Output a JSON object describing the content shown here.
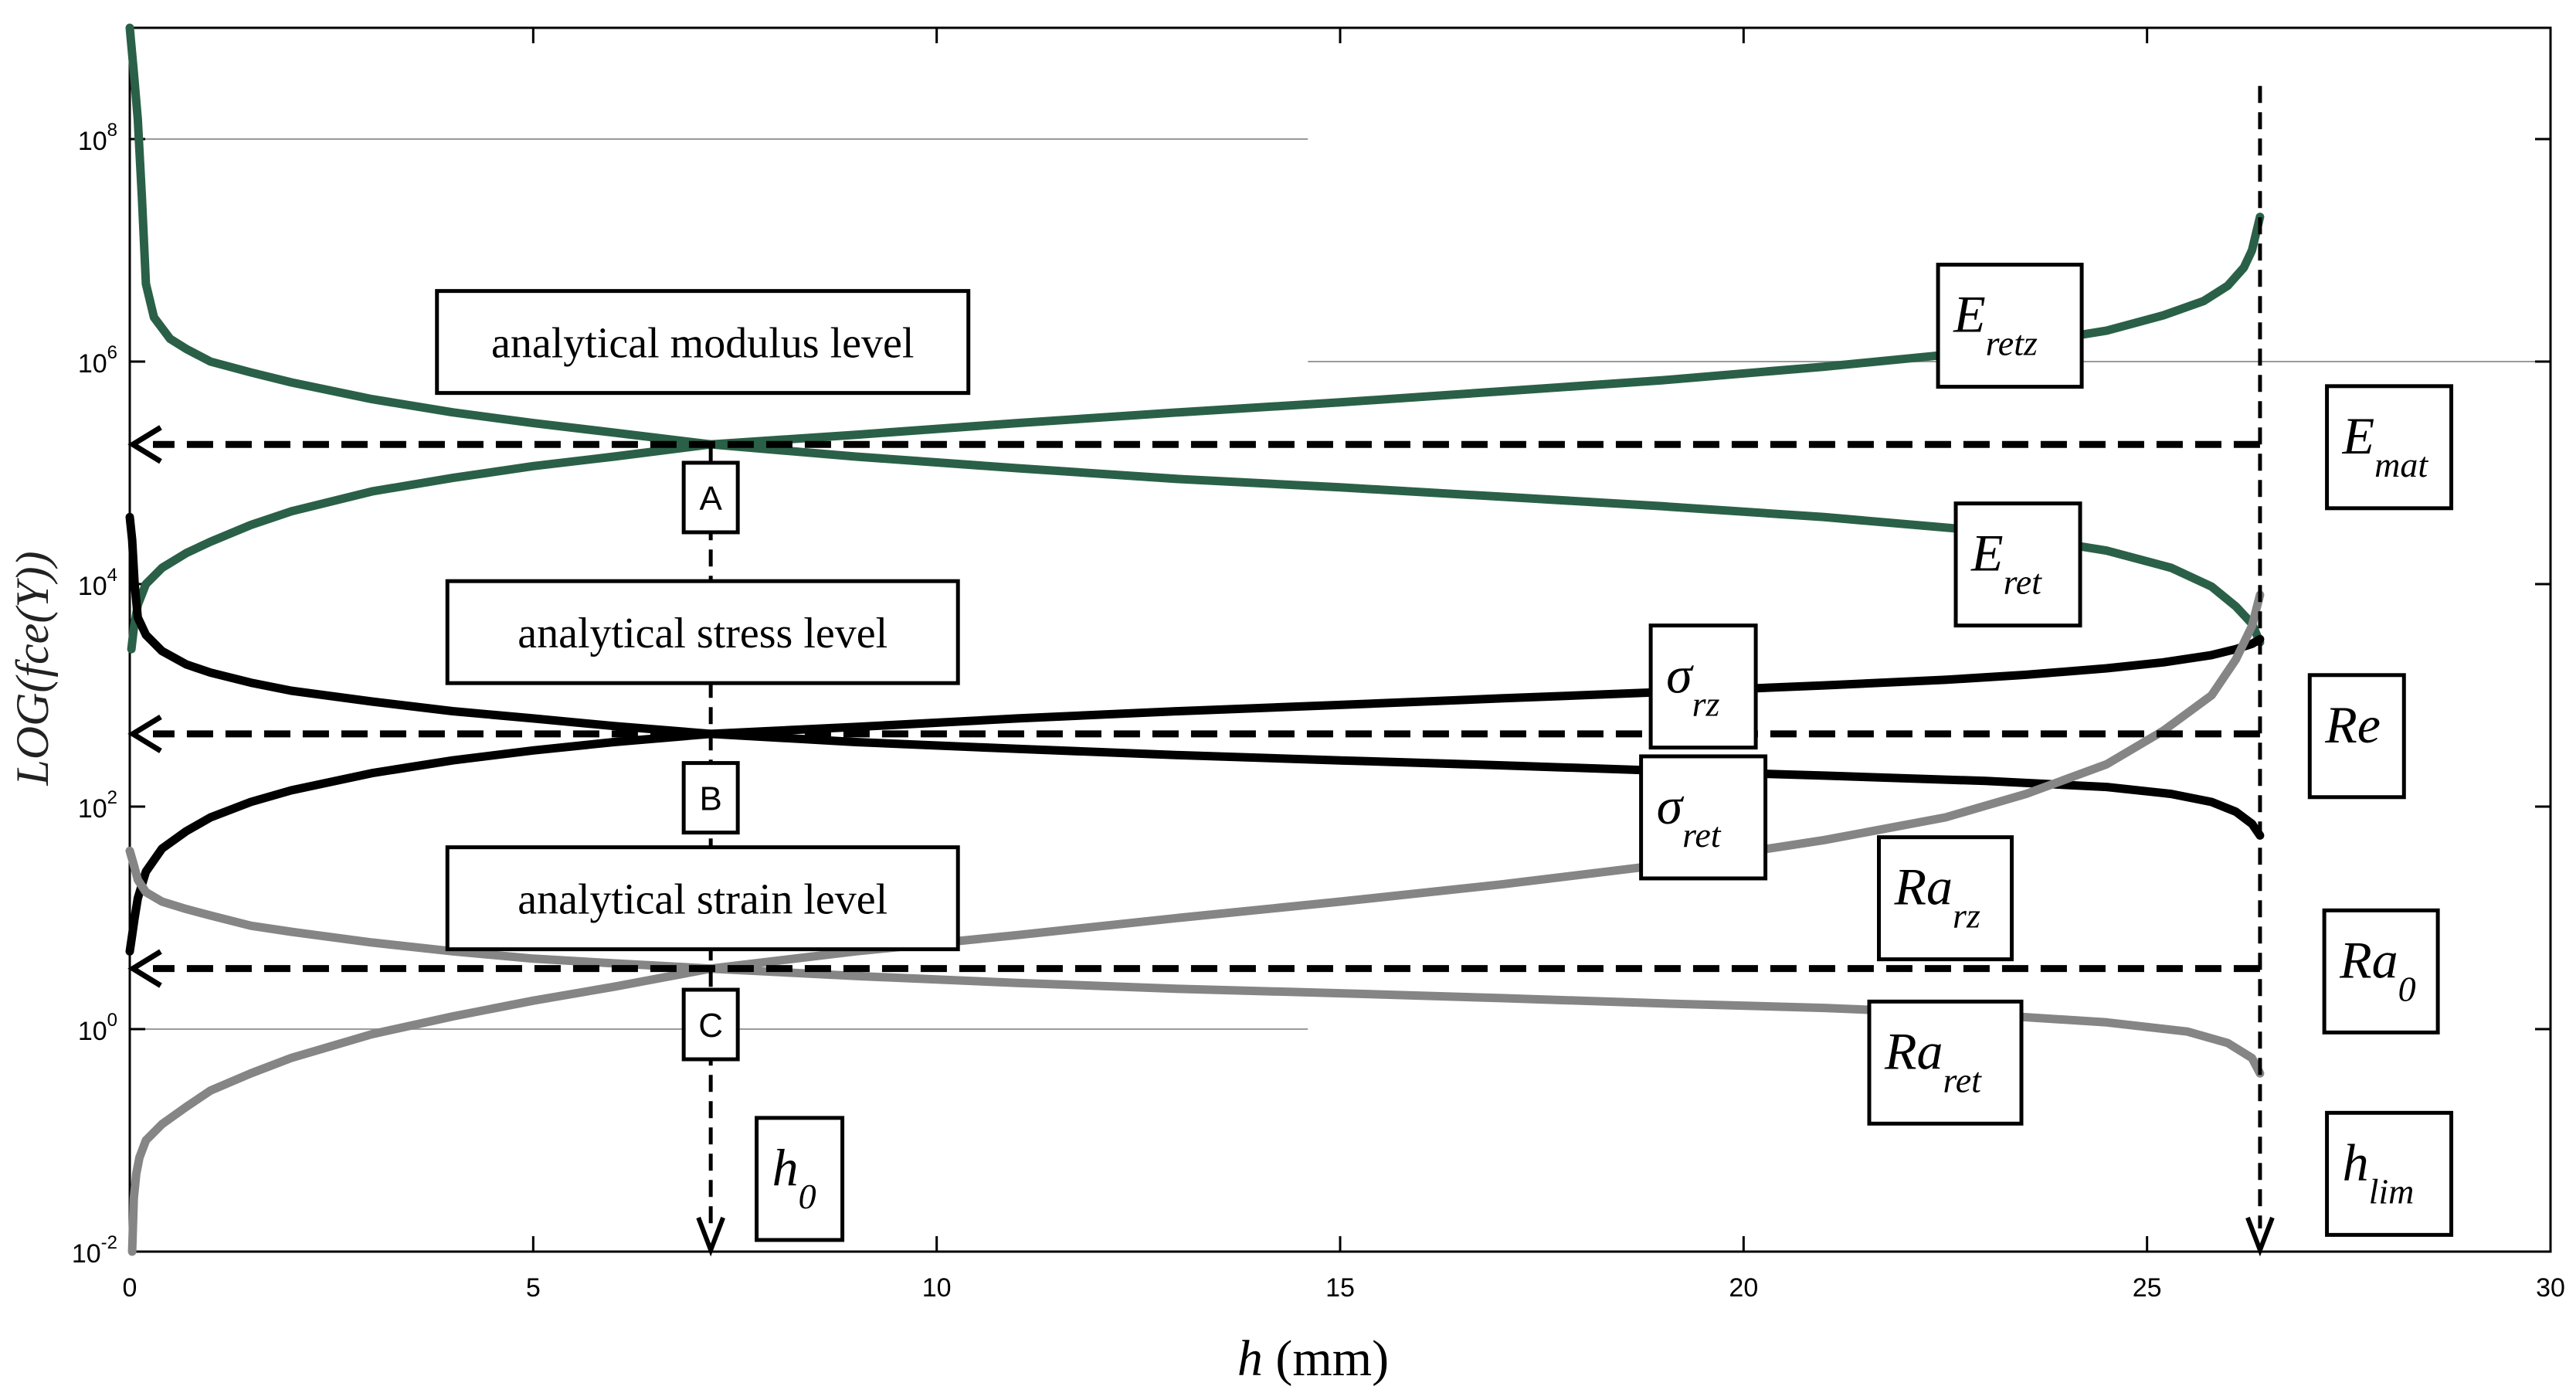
{
  "chart_data": {
    "type": "line",
    "title": "",
    "xlabel": {
      "main": "h",
      "unit": " (mm)"
    },
    "ylabel": "LOG(fce(Y))",
    "xlim": [
      0,
      30
    ],
    "ylim": [
      0.01,
      1000000000
    ],
    "yscale": "log",
    "grid": false,
    "x_ticks": [
      {
        "value": 0,
        "label": "0"
      },
      {
        "value": 5,
        "label": "5"
      },
      {
        "value": 10,
        "label": "10"
      },
      {
        "value": 15,
        "label": "15"
      },
      {
        "value": 20,
        "label": "20"
      },
      {
        "value": 25,
        "label": "25"
      },
      {
        "value": 30,
        "label": "30"
      }
    ],
    "y_ticks": [
      {
        "value": 0.01,
        "base": "10",
        "exp": "-2"
      },
      {
        "value": 1,
        "base": "10",
        "exp": "0"
      },
      {
        "value": 100,
        "base": "10",
        "exp": "2"
      },
      {
        "value": 10000,
        "base": "10",
        "exp": "4"
      },
      {
        "value": 1000000,
        "base": "10",
        "exp": "6"
      },
      {
        "value": 100000000,
        "base": "10",
        "exp": "8"
      }
    ],
    "reference_gridlines": [
      {
        "y": 100000000,
        "x": [
          0,
          14.6
        ]
      },
      {
        "y": 1000000,
        "x": [
          14.6,
          30
        ]
      },
      {
        "y": 1,
        "x": [
          0,
          14.6
        ]
      }
    ],
    "colors": {
      "green": "#2a6048",
      "black": "#000000",
      "gray": "#858585"
    },
    "series": [
      {
        "name": "E_retz",
        "color": "green",
        "x": [
          0.02,
          0.05,
          0.1,
          0.2,
          0.4,
          0.7,
          1.0,
          1.5,
          2,
          3,
          4,
          5,
          6,
          7.2,
          9,
          11,
          13,
          15,
          17,
          19,
          21,
          22.5,
          23.5,
          24.5,
          25.2,
          25.7,
          26.0,
          26.2,
          26.3,
          26.4
        ],
        "y": [
          2600,
          4000,
          6500,
          10000,
          14000,
          19000,
          24000,
          34000,
          45000,
          68000,
          90000,
          115000,
          140000,
          180000,
          220000,
          280000,
          350000,
          430000,
          540000,
          680000,
          900000,
          1150000,
          1450000,
          1900000,
          2600000,
          3500000,
          4800000,
          7000000,
          10000000,
          20000000
        ]
      },
      {
        "name": "E_ret",
        "color": "green",
        "x": [
          0.0,
          0.05,
          0.1,
          0.15,
          0.2,
          0.3,
          0.5,
          0.7,
          1.0,
          1.5,
          2,
          3,
          4,
          5,
          6,
          7.2,
          9,
          11,
          13,
          15,
          17,
          19,
          21,
          23,
          24.5,
          25.3,
          25.8,
          26.1,
          26.3,
          26.4
        ],
        "y": [
          1000000000,
          400000000,
          150000000,
          30000000,
          5000000,
          2500000,
          1600000,
          1300000,
          1000000,
          800000,
          650000,
          460000,
          350000,
          280000,
          230000,
          180000,
          140000,
          110000,
          88000,
          74000,
          61000,
          50000,
          40000,
          30000,
          20000,
          14000,
          9500,
          6300,
          4400,
          3000
        ]
      },
      {
        "name": "σ_rz",
        "color": "black",
        "x": [
          0.0,
          0.03,
          0.06,
          0.1,
          0.2,
          0.4,
          0.7,
          1.0,
          1.5,
          2,
          3,
          4,
          5,
          6,
          7.2,
          9,
          11,
          13,
          15,
          17,
          19,
          21,
          22.5,
          23.5,
          24.5,
          25.2,
          25.8,
          26.1,
          26.3,
          26.4
        ],
        "y": [
          5,
          7,
          10,
          15,
          26,
          42,
          60,
          80,
          110,
          140,
          200,
          260,
          320,
          380,
          450,
          520,
          620,
          720,
          820,
          940,
          1070,
          1230,
          1380,
          1530,
          1750,
          1980,
          2300,
          2600,
          2900,
          3200
        ]
      },
      {
        "name": "σ_ret",
        "color": "black",
        "x": [
          0.0,
          0.03,
          0.06,
          0.1,
          0.2,
          0.4,
          0.7,
          1.0,
          1.5,
          2,
          3,
          4,
          5,
          6,
          7.2,
          9,
          11,
          13,
          15,
          17,
          19,
          21,
          23,
          24.5,
          25.3,
          25.8,
          26.1,
          26.3,
          26.4
        ],
        "y": [
          40000,
          25000,
          10000,
          5000,
          3500,
          2500,
          1900,
          1600,
          1300,
          1100,
          880,
          720,
          620,
          530,
          450,
          380,
          330,
          290,
          260,
          235,
          210,
          190,
          170,
          150,
          130,
          110,
          90,
          70,
          55
        ]
      },
      {
        "name": "Ra_rz",
        "color": "gray",
        "x": [
          0.03,
          0.05,
          0.08,
          0.12,
          0.2,
          0.4,
          0.7,
          1.0,
          1.5,
          2,
          3,
          4,
          5,
          6,
          7.2,
          9,
          11,
          13,
          15,
          17,
          19,
          21,
          22.5,
          23.5,
          24.5,
          25.2,
          25.8,
          26.1,
          26.3,
          26.4
        ],
        "y": [
          0.01,
          0.03,
          0.05,
          0.07,
          0.1,
          0.14,
          0.2,
          0.28,
          0.4,
          0.55,
          0.9,
          1.3,
          1.8,
          2.4,
          3.5,
          5,
          7,
          10,
          14,
          20,
          30,
          50,
          80,
          130,
          240,
          480,
          1000,
          2100,
          4200,
          8000
        ]
      },
      {
        "name": "Ra_ret",
        "color": "gray",
        "x": [
          0.0,
          0.05,
          0.1,
          0.2,
          0.4,
          0.7,
          1.0,
          1.5,
          2,
          3,
          4,
          5,
          6,
          7.2,
          9,
          11,
          13,
          15,
          17,
          19,
          21,
          23,
          24.5,
          25.5,
          26.0,
          26.3,
          26.4
        ],
        "y": [
          40,
          30,
          22,
          17,
          14,
          12,
          10.5,
          8.5,
          7.5,
          6,
          5,
          4.3,
          3.9,
          3.5,
          3.0,
          2.6,
          2.3,
          2.1,
          1.9,
          1.7,
          1.55,
          1.35,
          1.15,
          0.95,
          0.75,
          0.55,
          0.4
        ]
      }
    ],
    "reference_lines": [
      {
        "type": "horizontal",
        "y": 180000,
        "x_from": 26.4,
        "x_to": 0
      },
      {
        "type": "horizontal",
        "y": 450,
        "x_from": 26.4,
        "x_to": 0
      },
      {
        "type": "horizontal",
        "y": 3.5,
        "x_from": 26.4,
        "x_to": 0
      },
      {
        "type": "vertical",
        "x": 7.2,
        "y_from": 180000,
        "y_to": 0.01
      },
      {
        "type": "vertical",
        "x": 26.4,
        "y_from": 300000000,
        "y_to": 0.01
      }
    ],
    "annotations": [
      {
        "label": "analytical modulus level",
        "x": 7.1,
        "y": 1500000,
        "style": "text"
      },
      {
        "label": "analytical stress level",
        "x": 7.1,
        "y": 3700,
        "style": "text"
      },
      {
        "label": "analytical strain level",
        "x": 7.1,
        "y": 15,
        "style": "text"
      },
      {
        "label": "A",
        "x": 7.2,
        "y": 60000,
        "style": "point"
      },
      {
        "label": "B",
        "x": 7.2,
        "y": 120,
        "style": "point"
      },
      {
        "label": "C",
        "x": 7.2,
        "y": 1.1,
        "style": "point"
      },
      {
        "main": "E",
        "sub": "retz",
        "x": 23.3,
        "y": 2100000,
        "style": "symbol"
      },
      {
        "main": "E",
        "sub": "ret",
        "x": 23.4,
        "y": 15000,
        "style": "symbol"
      },
      {
        "main": "σ",
        "sub": "rz",
        "x": 19.5,
        "y": 1200,
        "style": "symbol"
      },
      {
        "main": "σ",
        "sub": "ret",
        "x": 19.5,
        "y": 80,
        "style": "symbol"
      },
      {
        "main": "Ra",
        "sub": "rz",
        "x": 22.5,
        "y": 15,
        "style": "symbol"
      },
      {
        "main": "Ra",
        "sub": "ret",
        "x": 22.5,
        "y": 0.5,
        "style": "symbol"
      },
      {
        "main": "E",
        "sub": "mat",
        "x": 28.0,
        "y": 170000,
        "style": "symbol"
      },
      {
        "main": "Re",
        "sub": "",
        "x": 27.6,
        "y": 430,
        "style": "symbol"
      },
      {
        "main": "Ra",
        "sub": "0",
        "x": 27.9,
        "y": 3.3,
        "style": "symbol"
      },
      {
        "main": "h",
        "sub": "0",
        "x": 8.3,
        "y": 0.045,
        "style": "symbol"
      },
      {
        "main": "h",
        "sub": "lim",
        "x": 28.0,
        "y": 0.05,
        "style": "symbol"
      }
    ]
  }
}
